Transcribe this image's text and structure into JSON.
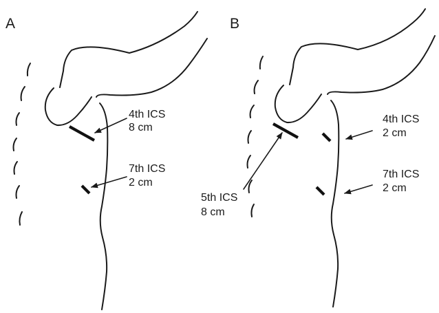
{
  "panels": {
    "a": {
      "letter": "A",
      "upper": {
        "line1": "4th ICS",
        "line2": "8 cm"
      },
      "lower": {
        "line1": "7th ICS",
        "line2": "2 cm"
      }
    },
    "b": {
      "letter": "B",
      "left": {
        "line1": "5th ICS",
        "line2": "8 cm"
      },
      "upper": {
        "line1": "4th ICS",
        "line2": "2 cm"
      },
      "lower": {
        "line1": "7th ICS",
        "line2": "2 cm"
      }
    }
  }
}
